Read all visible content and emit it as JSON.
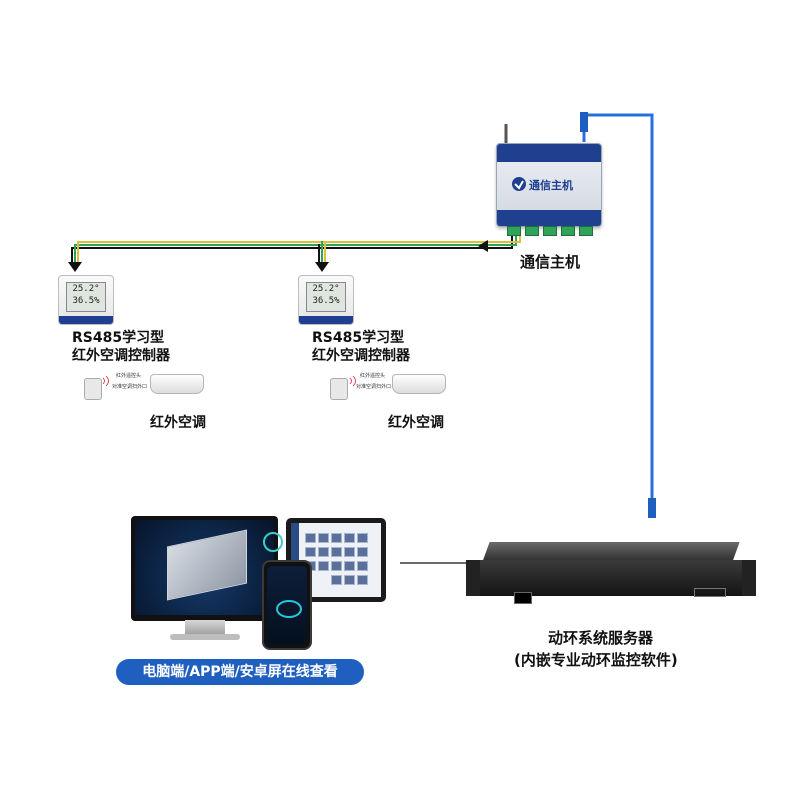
{
  "host": {
    "brand": "通信主机",
    "caption": "通信主机"
  },
  "sensors": [
    {
      "lcd_temp": "25.2°",
      "lcd_hum": "36.5%",
      "label_line1": "RS485学习型",
      "label_line2": "红外空调控制器",
      "ir_note1": "红外遥控头",
      "ir_note2": "对准空调扫外口",
      "ac_caption": "红外空调"
    },
    {
      "lcd_temp": "25.2°",
      "lcd_hum": "36.5%",
      "label_line1": "RS485学习型",
      "label_line2": "红外空调控制器",
      "ir_note1": "红外遥控头",
      "ir_note2": "对准空调扫外口",
      "ac_caption": "红外空调"
    }
  ],
  "server": {
    "caption_line1": "动环系统服务器",
    "caption_line2": "(内嵌专业动环监控软件)"
  },
  "devices_banner": "电脑端/APP端/安卓屏在线查看",
  "colors": {
    "bus_black": "#111111",
    "bus_green": "#2fa35a",
    "bus_yellow": "#d9c23a",
    "ethernet": "#2a6fe0",
    "brand_blue": "#1f3f8f",
    "banner_blue": "#1f5fbf"
  },
  "icons": [
    "antenna-icon",
    "ethernet-plug-icon",
    "arrow-left-icon",
    "arrow-down-icon",
    "logo-icon"
  ]
}
